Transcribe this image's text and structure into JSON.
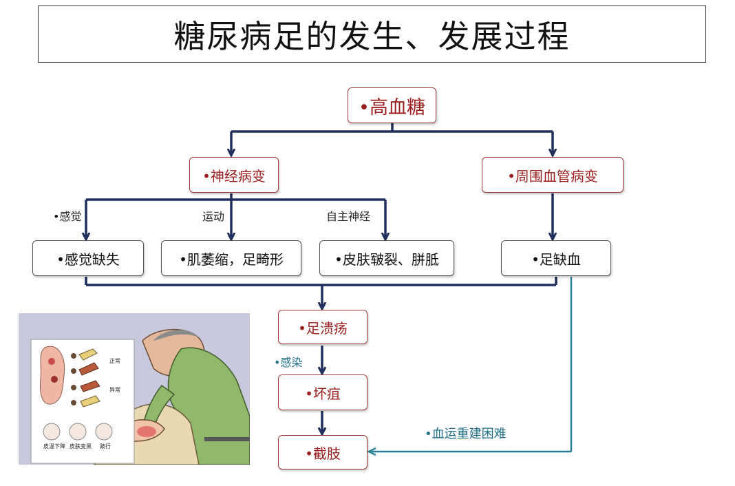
{
  "title": "糖尿病足的发生、发展过程",
  "nodes": {
    "high_glucose": "•高血糖",
    "neuropathy": "•神经病变",
    "vascular": "•周围血管病变",
    "sensory_loss": "•感觉缺失",
    "muscle": "•肌萎缩，足畸形",
    "skin": "•皮肤皲裂、胼胝",
    "ischemia": "•足缺血",
    "ulcer": "•足溃疡",
    "gangrene": "•坏疽",
    "amputation": "•截肢"
  },
  "edge_labels": {
    "sensory": "•感觉",
    "motor": "运动",
    "autonomic": "自主神经",
    "infection": "•感染",
    "revasc": "•血运重建困难"
  },
  "illustration": {
    "normal": "正常",
    "abnormal": "异常",
    "cap1": "皮温下降",
    "cap2": "皮肤变黑",
    "cap3": "跛行"
  },
  "colors": {
    "arrow": "#1f2f5c",
    "teal": "#2a7f96",
    "node_red_border": "#a33a3a",
    "node_red_text": "#9b1c1c"
  }
}
